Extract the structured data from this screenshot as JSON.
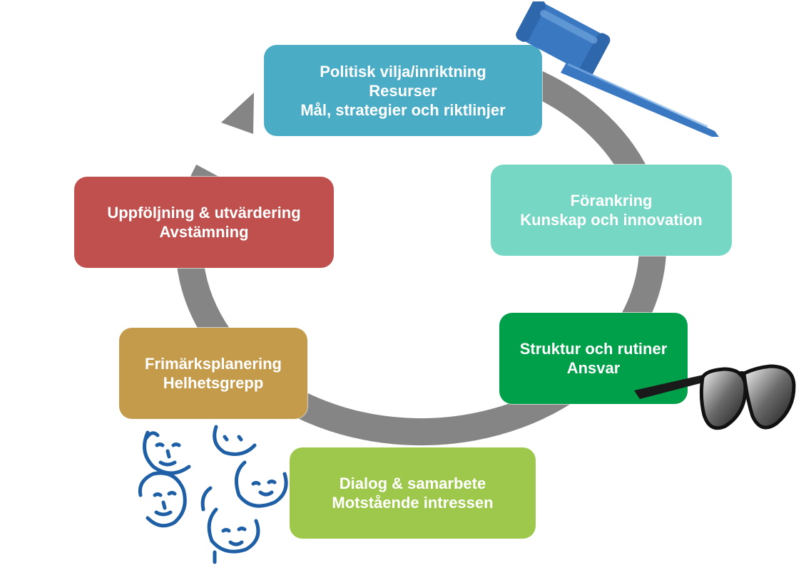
{
  "colors": {
    "cycle_arrow": "#858585",
    "politics": "#4BACC6",
    "anchoring": "#76D7C4",
    "structure": "#00A04A",
    "dialog": "#9DC84B",
    "stamp": "#C49A4B",
    "followup": "#C0504D",
    "gavel": "#3A78C2",
    "faces": "#1F5FA6",
    "sunglasses": "#1A1A1A"
  },
  "nodes": {
    "politics": {
      "line1": "Politisk vilja/inriktning",
      "line2": "Resurser",
      "line3": "Mål, strategier och riktlinjer"
    },
    "anchoring": {
      "line1": "Förankring",
      "line2": "Kunskap och innovation"
    },
    "structure": {
      "line1": "Struktur och rutiner",
      "line2": "Ansvar"
    },
    "dialog": {
      "line1": "Dialog & samarbete",
      "line2": "Motstående intressen"
    },
    "stamp": {
      "line1": "Frimärksplanering",
      "line2": "Helhetsgrepp"
    },
    "followup": {
      "line1": "Uppföljning & utvärdering",
      "line2": "Avstämning"
    }
  },
  "decorations": [
    {
      "icon": "gavel-icon"
    },
    {
      "icon": "sunglasses-icon"
    },
    {
      "icon": "faces-sketch-icon"
    }
  ]
}
